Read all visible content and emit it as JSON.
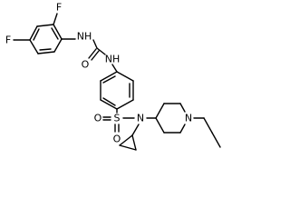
{
  "molecule": {
    "atoms": {
      "f_top": "F",
      "f_left": "F",
      "nh_left": "NH",
      "o_urea": "O",
      "nh_right": "NH",
      "s": "S",
      "o_sulfonyl_left": "O",
      "o_sulfonyl_bottom": "O",
      "n_sulfonamide": "N",
      "n_piperidine": "N"
    }
  }
}
